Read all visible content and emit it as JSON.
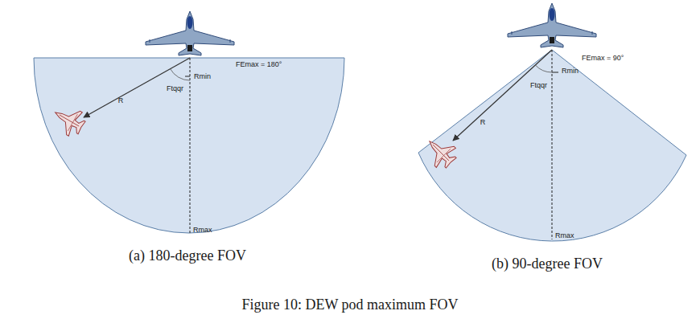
{
  "diagram": {
    "caption": "Figure 10: DEW pod maximum FOV",
    "labels": [
      "FEmax = 180°",
      "Rmin",
      "Ftqqr",
      "R",
      "Rmax",
      "FEmax = 90°",
      "Rmin",
      "Ftqqr",
      "R",
      "Rmax",
      "(a) 180-degree FOV",
      "(b) 90-degree FOV"
    ]
  }
}
